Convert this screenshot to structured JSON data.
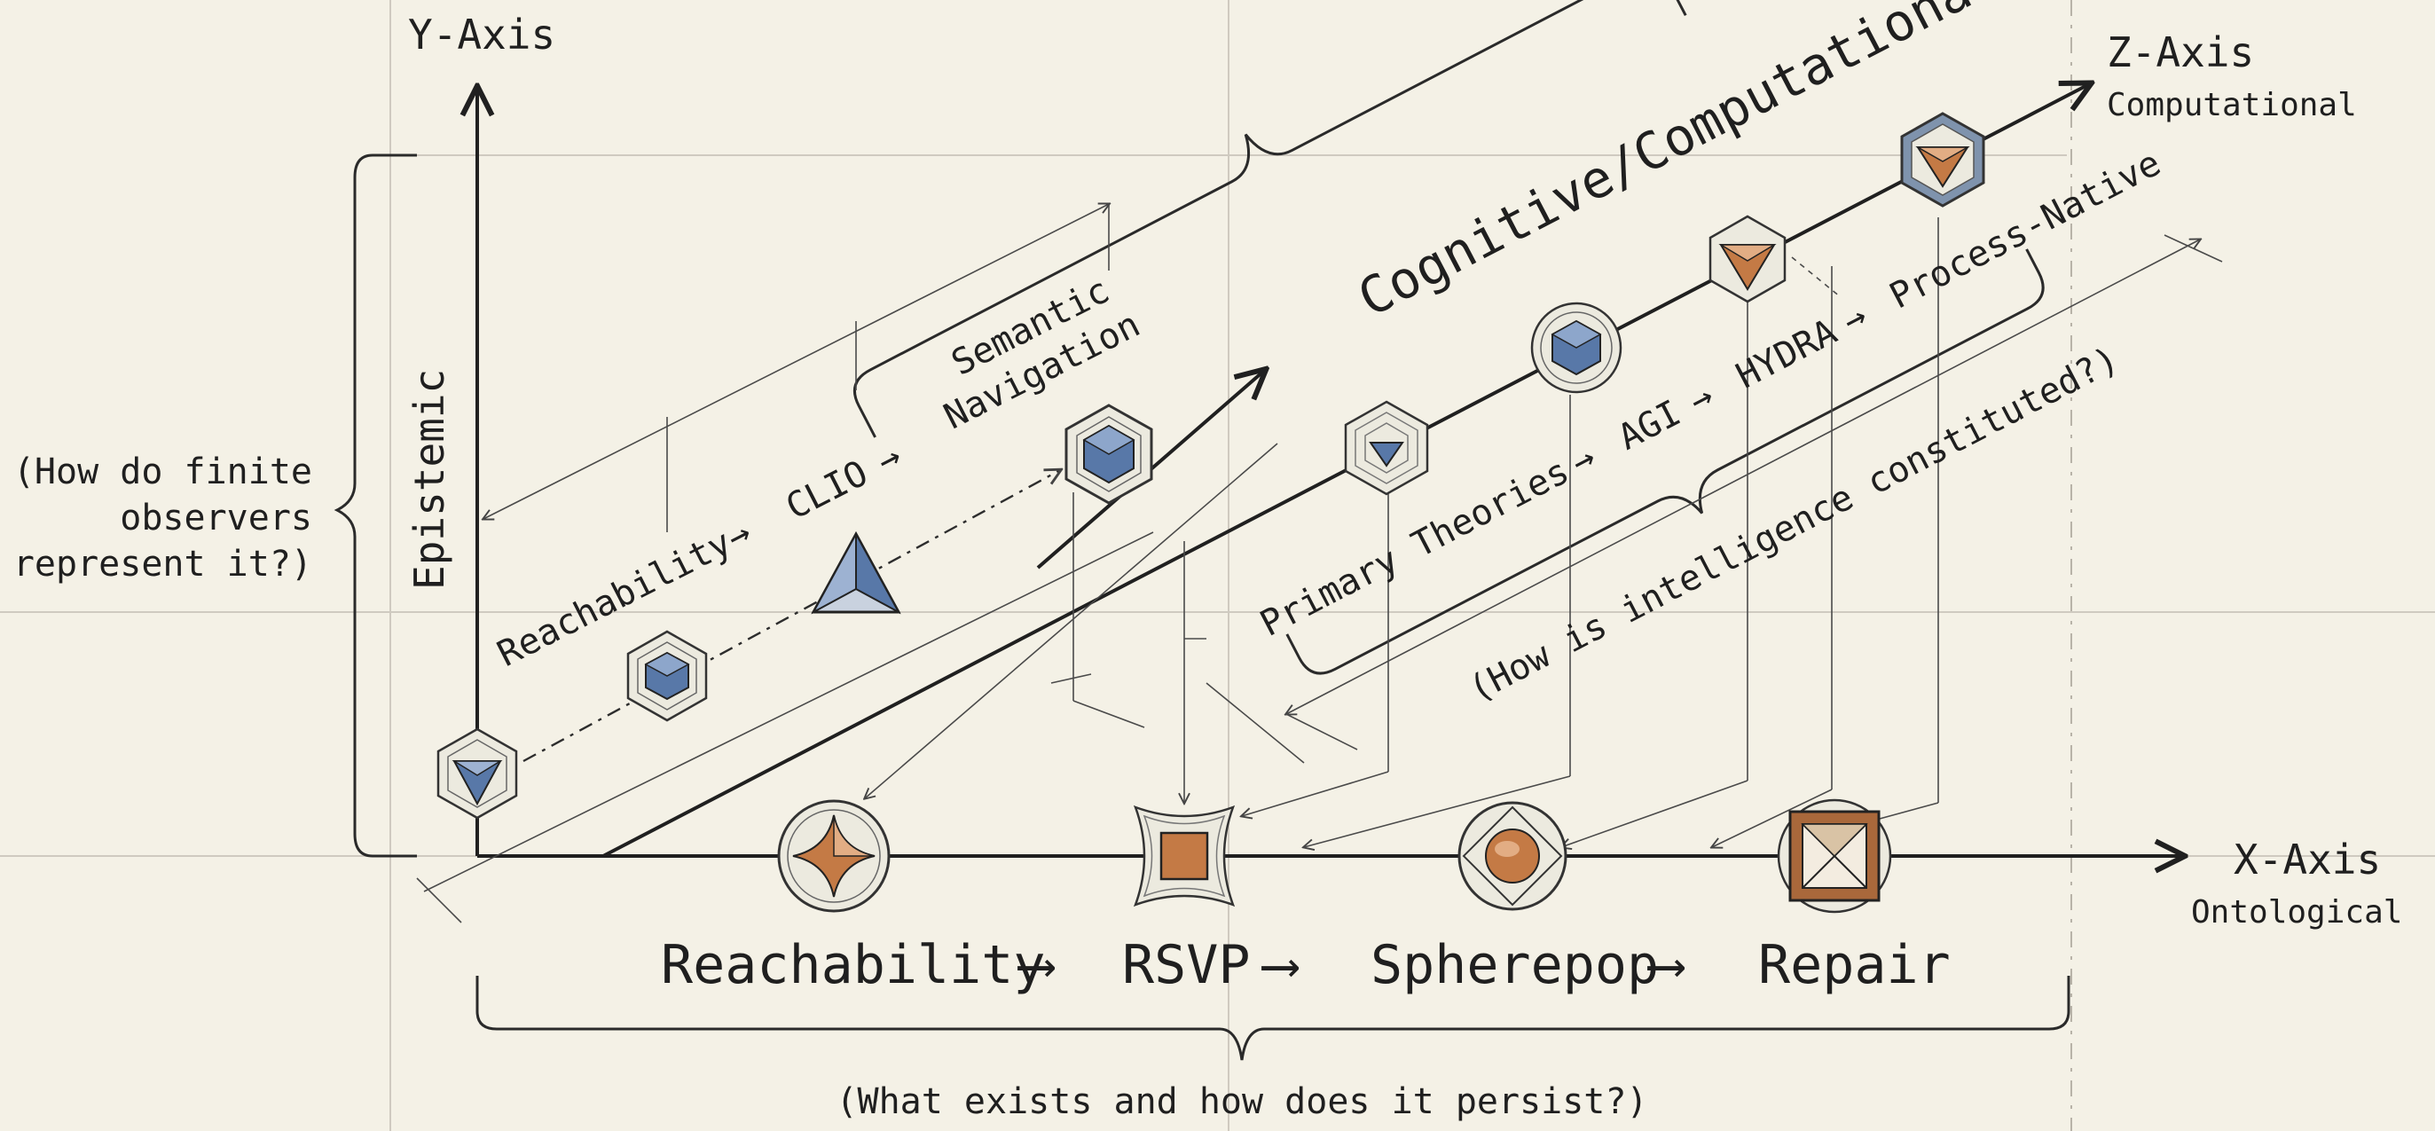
{
  "axes": {
    "y_title": "Y-Axis",
    "y_name": "Epistemic",
    "y_question": [
      "(How do finite",
      "observers",
      "represent it?)"
    ],
    "z_title": "Z-Axis",
    "z_subtitle": "Computational",
    "x_title": "X-Axis",
    "x_subtitle": "Ontological"
  },
  "epistemic_chain": {
    "item1": "Reachability",
    "arrow1": "→",
    "item2": "CLIO",
    "arrow2": "→",
    "item3_line1": "Semantic",
    "item3_line2": "Navigation"
  },
  "computational_chain": {
    "bracket_label": "Cognitive/Computational",
    "item1": "Primary Theories",
    "arrow1": "→",
    "item2": "AGI",
    "arrow2": "→",
    "item3": "HYDRA",
    "arrow3": "→",
    "item4": "Process-Native",
    "question": "(How is intelligence constituted?)"
  },
  "ontological_chain": {
    "item1": "Reachability",
    "arrow1": "⟶",
    "item2": "RSVP",
    "arrow2": "⟶",
    "item3": "Spherepop",
    "arrow3": "⟶",
    "item4": "Repair",
    "question": "(What exists and how does it persist?)"
  },
  "icon_names": [
    "tetra-cube-icon",
    "blue-cube-icon",
    "triangle-pyramid-icon",
    "semantic-cube-icon",
    "star-circle-icon",
    "square-frame-icon",
    "sphere-diamond-icon",
    "square-x-icon",
    "pyramid-web-icon",
    "hex-cube-icon",
    "orange-tetra-icon",
    "top-cube-icon"
  ],
  "colors": {
    "paper": "#f4f1e6",
    "ink": "#1f1f1f",
    "blue": "#5878a8",
    "orange": "#c47a45"
  }
}
